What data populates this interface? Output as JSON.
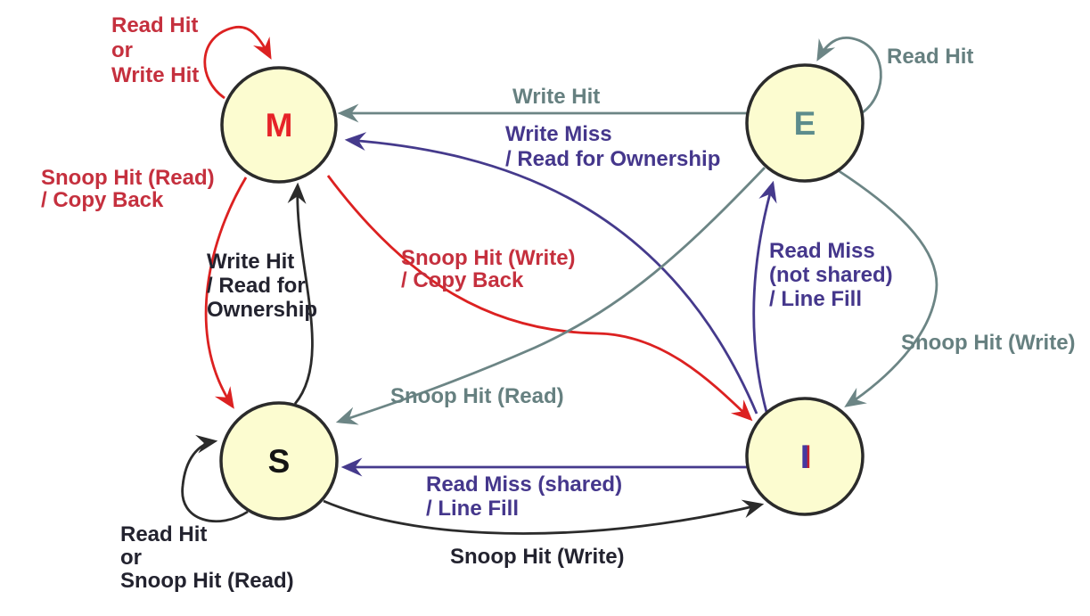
{
  "colors": {
    "red_line": "#DC2121",
    "red_text": "#C5303E",
    "gray_line": "#6C8585",
    "gray_text": "#668080",
    "purple_line": "#453A8C",
    "purple_text": "#45378C",
    "black_line": "#2B2B2B",
    "black_text": "#23232F",
    "state_fill": "#FCFCD0",
    "state_border": "#2B2B2B",
    "state_m": "#E62328",
    "state_e": "#5C8C8C",
    "state_s": "#141414",
    "state_i": "#4538A0",
    "state_i_shadow": "#C22030",
    "background": "#FFFFFF"
  },
  "states": {
    "m": {
      "letter": "M"
    },
    "e": {
      "letter": "E"
    },
    "s": {
      "letter": "S"
    },
    "i": {
      "letter": "I"
    }
  },
  "transitions": {
    "m_self": {
      "from": "M",
      "to": "M",
      "color": "red",
      "lines": [
        "Read Hit",
        "or",
        "Write Hit"
      ]
    },
    "e_self": {
      "from": "E",
      "to": "E",
      "color": "gray",
      "lines": [
        "Read Hit"
      ]
    },
    "e_to_m": {
      "from": "E",
      "to": "M",
      "color": "gray",
      "lines": [
        "Write Hit"
      ]
    },
    "i_to_m": {
      "from": "I",
      "to": "M",
      "color": "purple",
      "lines": [
        "Write Miss",
        "/ Read for Ownership"
      ]
    },
    "m_to_s": {
      "from": "M",
      "to": "S",
      "color": "red",
      "lines": [
        "Snoop Hit (Read)",
        "/ Copy Back"
      ]
    },
    "s_to_m": {
      "from": "S",
      "to": "M",
      "color": "black",
      "lines": [
        "Write Hit",
        "/ Read for",
        "Ownership"
      ]
    },
    "m_to_i": {
      "from": "M",
      "to": "I",
      "color": "red",
      "lines": [
        "Snoop Hit (Write)",
        "/ Copy Back"
      ]
    },
    "e_to_s": {
      "from": "E",
      "to": "S",
      "color": "gray",
      "lines": [
        "Snoop Hit (Read)"
      ]
    },
    "i_to_e": {
      "from": "I",
      "to": "E",
      "color": "purple",
      "lines": [
        "Read Miss",
        "(not shared)",
        "/ Line Fill"
      ]
    },
    "e_to_i": {
      "from": "E",
      "to": "I",
      "color": "gray",
      "lines": [
        "Snoop Hit (Write)"
      ]
    },
    "s_self": {
      "from": "S",
      "to": "S",
      "color": "black",
      "lines": [
        "Read Hit",
        "or",
        "Snoop Hit (Read)"
      ]
    },
    "i_to_s": {
      "from": "I",
      "to": "S",
      "color": "purple",
      "lines": [
        "Read Miss (shared)",
        "/ Line Fill"
      ]
    },
    "s_to_i": {
      "from": "S",
      "to": "I",
      "color": "black",
      "lines": [
        "Snoop Hit (Write)"
      ]
    }
  }
}
